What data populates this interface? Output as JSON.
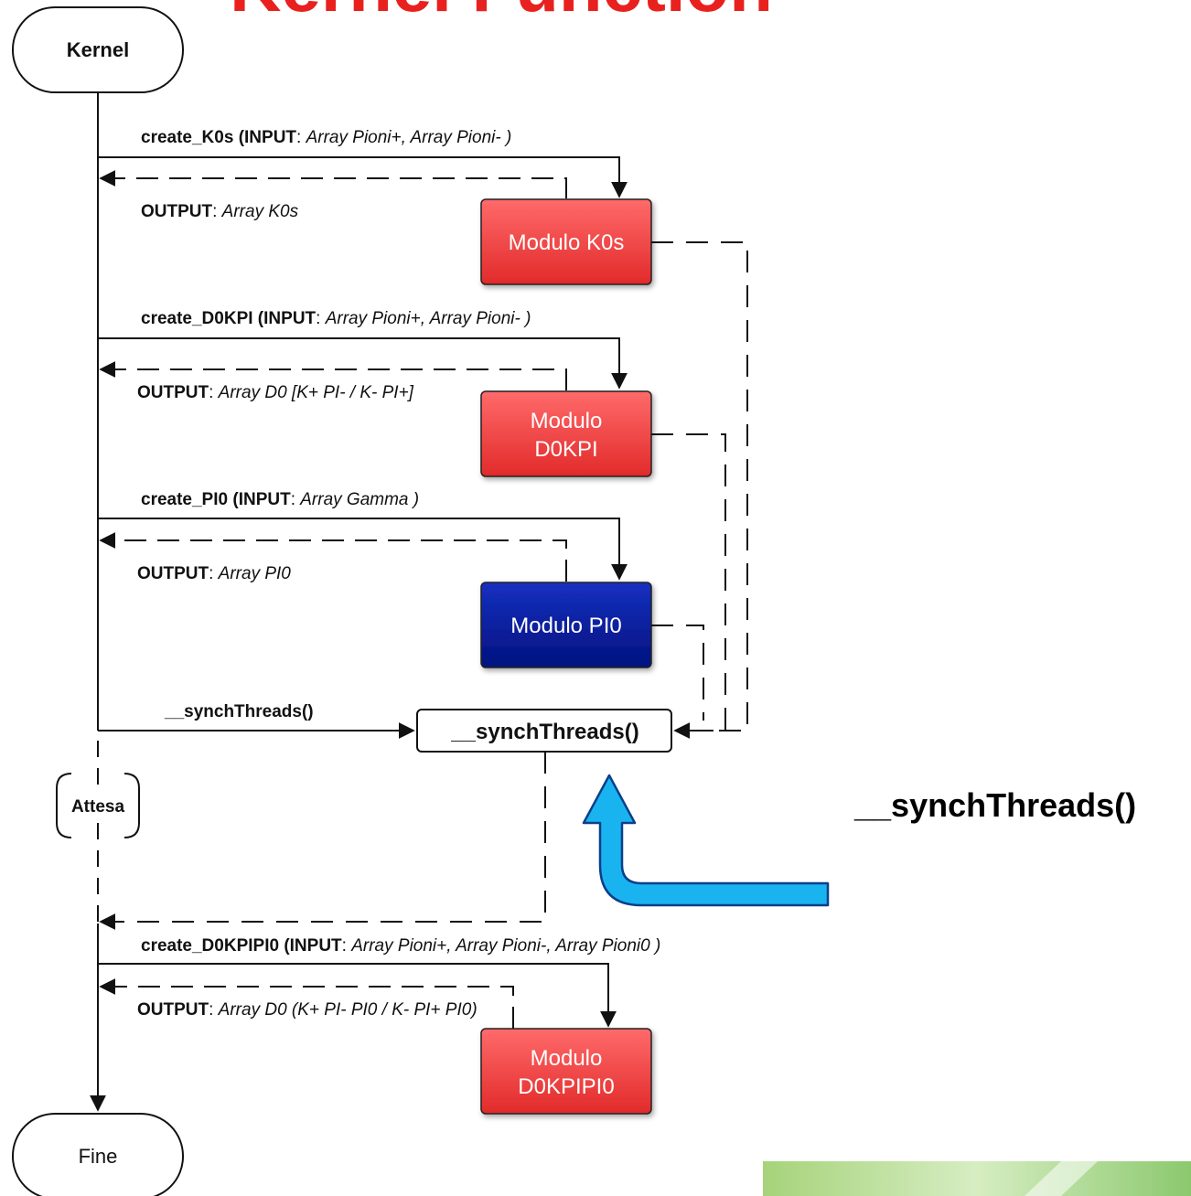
{
  "title": "Kernel Function",
  "terminals": {
    "start": "Kernel",
    "end": "Fine"
  },
  "wait_label": "Attesa",
  "calls": [
    {
      "name": "create_K0s",
      "input_label": "INPUT",
      "input_args": "Array Pioni+, Array Pioni- )",
      "output_label": "OUTPUT",
      "output_value": "Array K0s"
    },
    {
      "name": "create_D0KPI",
      "input_label": "INPUT",
      "input_args": "Array Pioni+, Array Pioni- )",
      "output_label": "OUTPUT",
      "output_value": "Array D0 [K+ PI- / K- PI+]"
    },
    {
      "name": "create_PI0",
      "input_label": "INPUT",
      "input_args": "Array Gamma )",
      "output_label": "OUTPUT",
      "output_value": "Array PI0"
    },
    {
      "name": "create_D0KPIPI0",
      "input_label": "INPUT",
      "input_args": "Array Pioni+, Array Pioni-, Array Pioni0 )",
      "output_label": "OUTPUT",
      "output_value": "Array D0 (K+ PI- PI0 / K- PI+ PI0)"
    }
  ],
  "modules": [
    {
      "line1": "Modulo K0s",
      "line2": "",
      "color": "#ee3b3b"
    },
    {
      "line1": "Modulo",
      "line2": "D0KPI",
      "color": "#ee3b3b"
    },
    {
      "line1": "Modulo PI0",
      "line2": "",
      "color": "#0a1f9e"
    },
    {
      "line1": "Modulo",
      "line2": "D0KPIPI0",
      "color": "#ee3b3b"
    }
  ],
  "sync": {
    "edge_label": "__synchThreads()",
    "box_label": "__synchThreads()",
    "callout_label": "__synchThreads()"
  },
  "colors": {
    "title": "#e8211f",
    "module_red": "#ee3b3b",
    "module_blue": "#0a1f9e",
    "callout_arrow": "#19b4f0"
  }
}
